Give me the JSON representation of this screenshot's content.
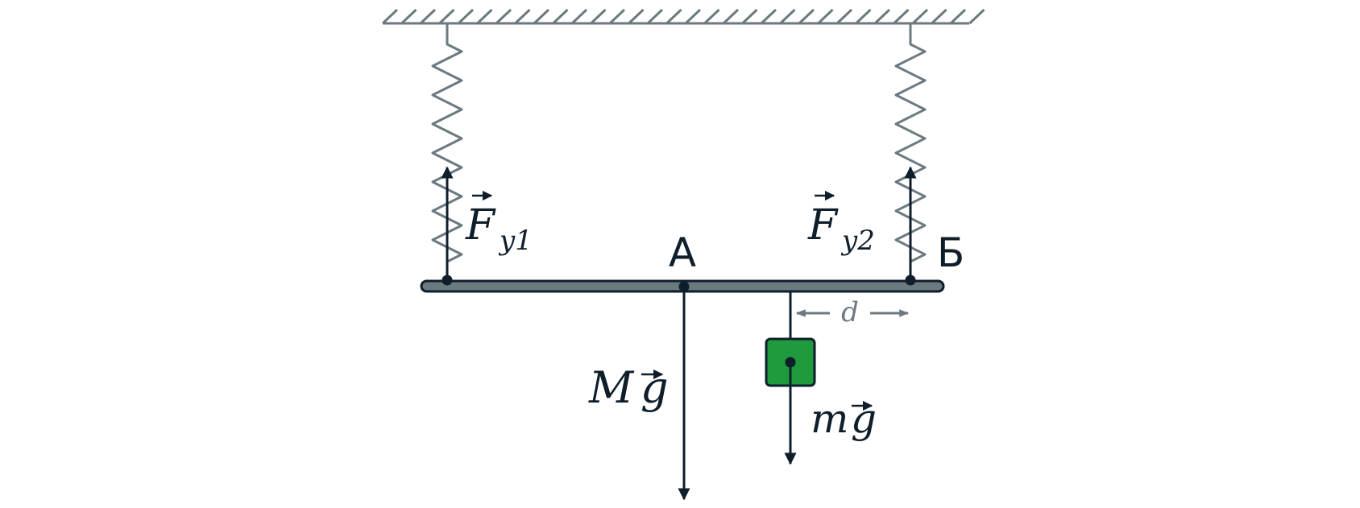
{
  "colors": {
    "ink": "#0e1e2b",
    "spring": "#6b7a80",
    "beam": "#6b7a80",
    "block": "#1f9a3c"
  },
  "labels": {
    "force_left": "F",
    "force_left_sub": "y1",
    "force_right": "F",
    "force_right_sub": "y2",
    "point_a": "А",
    "point_b": "Б",
    "beam_weight": "Mg",
    "beam_weight_mass": "M",
    "beam_weight_g": "g",
    "load_weight_mass": "m",
    "load_weight_g": "g",
    "distance": "d"
  }
}
